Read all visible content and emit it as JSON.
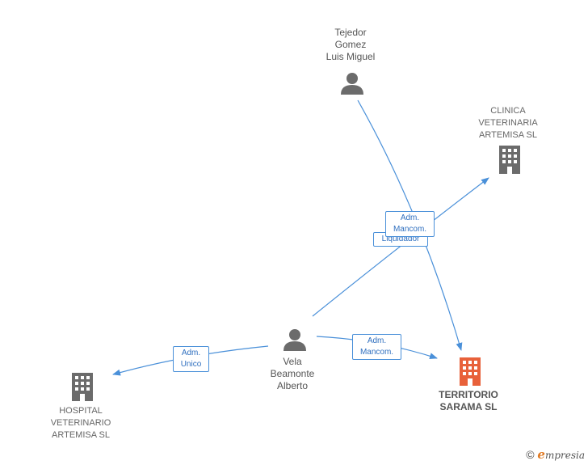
{
  "nodes": {
    "tejedor": {
      "name": "Tejedor\nGomez\nLuis Miguel",
      "type": "person"
    },
    "vela": {
      "name": "Vela\nBeamonte\nAlberto",
      "type": "person"
    },
    "clinica": {
      "name": "CLINICA\nVETERINARIA\nARTEMISA  SL",
      "type": "company"
    },
    "hospital": {
      "name": "HOSPITAL\nVETERINARIO\nARTEMISA  SL",
      "type": "company"
    },
    "territorio": {
      "name": "TERRITORIO\nSARAMA  SL",
      "type": "company-main"
    }
  },
  "edges": {
    "tejedor_territorio": "Adm.\nMancom.",
    "vela_clinica": "Liquidador",
    "vela_hospital": "Adm.\nUnico",
    "vela_territorio": "Adm.\nMancom."
  },
  "colors": {
    "edge": "#4a90d9",
    "person_icon": "#6b6b6b",
    "company_icon": "#6b6b6b",
    "main_company_icon": "#e8613a"
  },
  "watermark": {
    "copyright": "©",
    "brand_initial": "e",
    "brand_rest": "mpresia"
  }
}
